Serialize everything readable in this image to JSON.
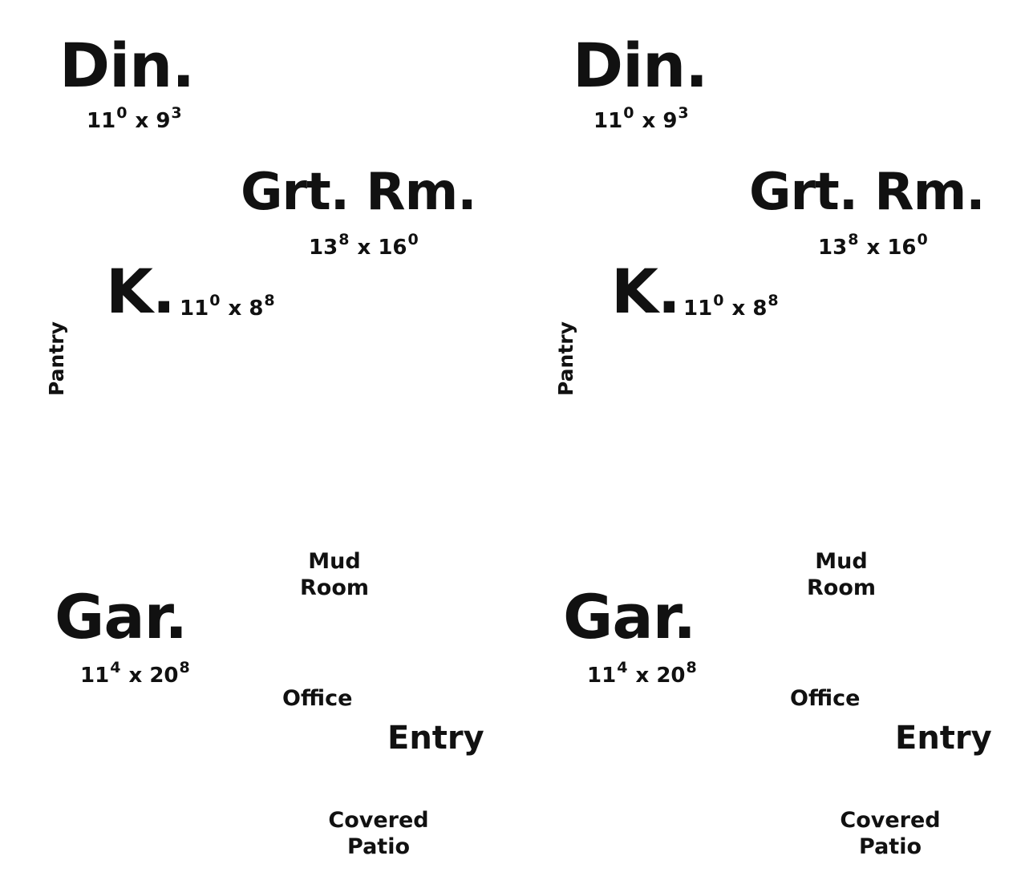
{
  "plans": [
    {
      "dining": {
        "name": "Din.",
        "w": "11",
        "w_sup": "0",
        "d": "9",
        "d_sup": "3"
      },
      "great_room": {
        "name": "Grt. Rm.",
        "w": "13",
        "w_sup": "8",
        "d": "16",
        "d_sup": "0"
      },
      "kitchen": {
        "name": "K.",
        "w": "11",
        "w_sup": "0",
        "d": "8",
        "d_sup": "8"
      },
      "pantry": "Pantry",
      "mud_room": [
        "Mud",
        "Room"
      ],
      "garage": {
        "name": "Gar.",
        "w": "11",
        "w_sup": "4",
        "d": "20",
        "d_sup": "8"
      },
      "office": "Office",
      "entry": "Entry",
      "covered_patio": [
        "Covered",
        "Patio"
      ],
      "times": "x"
    },
    {
      "dining": {
        "name": "Din.",
        "w": "11",
        "w_sup": "0",
        "d": "9",
        "d_sup": "3"
      },
      "great_room": {
        "name": "Grt. Rm.",
        "w": "13",
        "w_sup": "8",
        "d": "16",
        "d_sup": "0"
      },
      "kitchen": {
        "name": "K.",
        "w": "11",
        "w_sup": "0",
        "d": "8",
        "d_sup": "8"
      },
      "pantry": "Pantry",
      "mud_room": [
        "Mud",
        "Room"
      ],
      "garage": {
        "name": "Gar.",
        "w": "11",
        "w_sup": "4",
        "d": "20",
        "d_sup": "8"
      },
      "office": "Office",
      "entry": "Entry",
      "covered_patio": [
        "Covered",
        "Patio"
      ],
      "times": "x"
    }
  ]
}
